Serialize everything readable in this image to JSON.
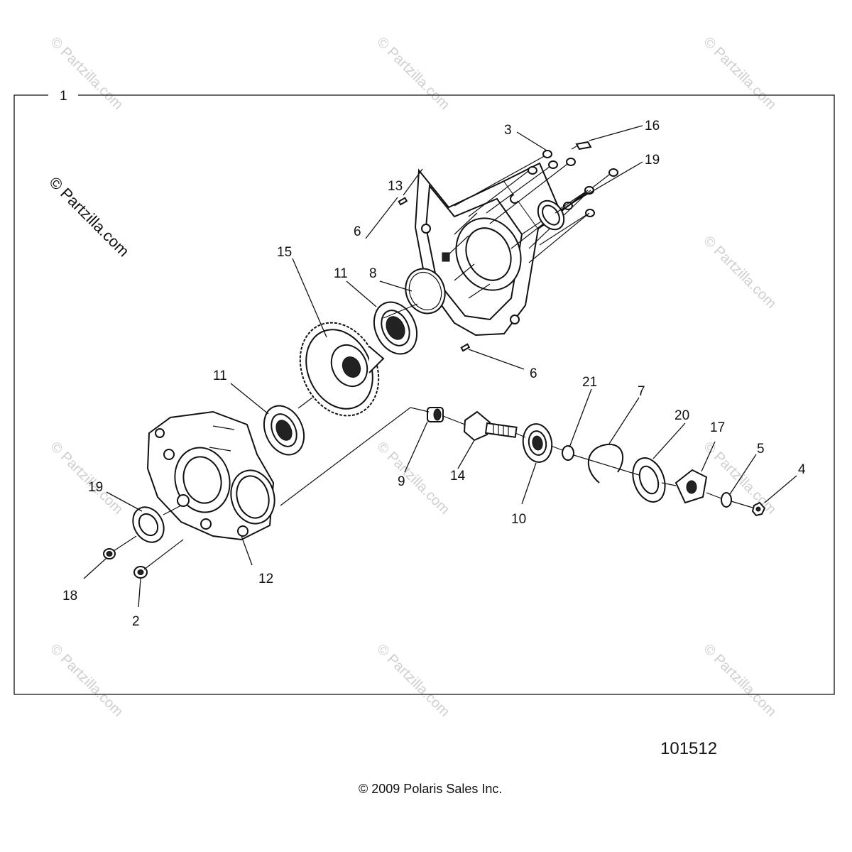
{
  "diagram": {
    "assembly_callout": "1",
    "callouts": {
      "c2": "2",
      "c3": "3",
      "c4": "4",
      "c5": "5",
      "c6a": "6",
      "c6b": "6",
      "c7": "7",
      "c8": "8",
      "c9": "9",
      "c10": "10",
      "c11a": "11",
      "c11b": "11",
      "c12": "12",
      "c13": "13",
      "c14": "14",
      "c15": "15",
      "c16": "16",
      "c17": "17",
      "c18": "18",
      "c19a": "19",
      "c19b": "19",
      "c20": "20",
      "c21": "21"
    },
    "diagram_number": "101512",
    "copyright": "© 2009 Polaris Sales Inc."
  },
  "watermark": {
    "text": "© Partzilla.com",
    "main_text": "© Partzilla.com"
  }
}
